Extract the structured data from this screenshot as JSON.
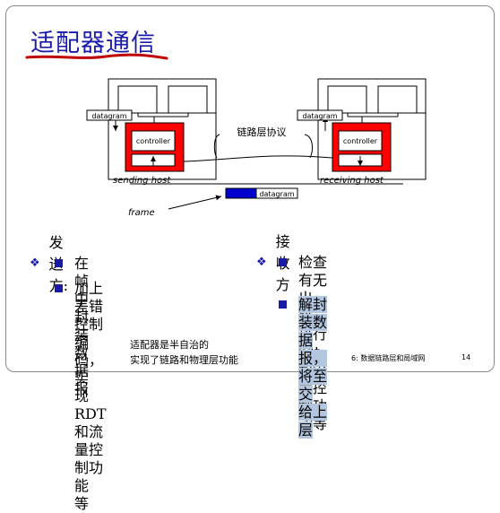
{
  "title": "适配器通信",
  "diagram": {
    "sending": {
      "datagram_label": "datagram",
      "controller_label": "controller",
      "host_label": "sending host"
    },
    "receiving": {
      "datagram_label": "datagram",
      "controller_label": "controller",
      "host_label": "receiving host"
    },
    "link_protocol_label": "链路层协议",
    "frame_label": "frame",
    "frame_datagram_label": "datagram",
    "colors": {
      "adapter_red": "#ff0000",
      "frame_blue": "#0000cc"
    }
  },
  "left_section": {
    "heading": "发送方:",
    "items": [
      {
        "lines": [
          "在帧中封装数据报"
        ]
      },
      {
        "lines": [
          "加上差错控制编码，实",
          "现RDT和流量控制功能",
          "等"
        ]
      }
    ]
  },
  "right_section": {
    "heading": "接收方",
    "items": [
      {
        "lines": [
          "检查有无出错，执行",
          "rdt和流量控制功能等"
        ],
        "highlighted": false
      },
      {
        "lines": [
          "解封装数据报，将至交",
          "给上层"
        ],
        "highlighted": true
      }
    ]
  },
  "caption_lines": [
    "适配器是半自治的",
    "实现了链路和物理层功能"
  ],
  "footer": {
    "text": "6: 数据链路层和局域网",
    "page": "14"
  }
}
